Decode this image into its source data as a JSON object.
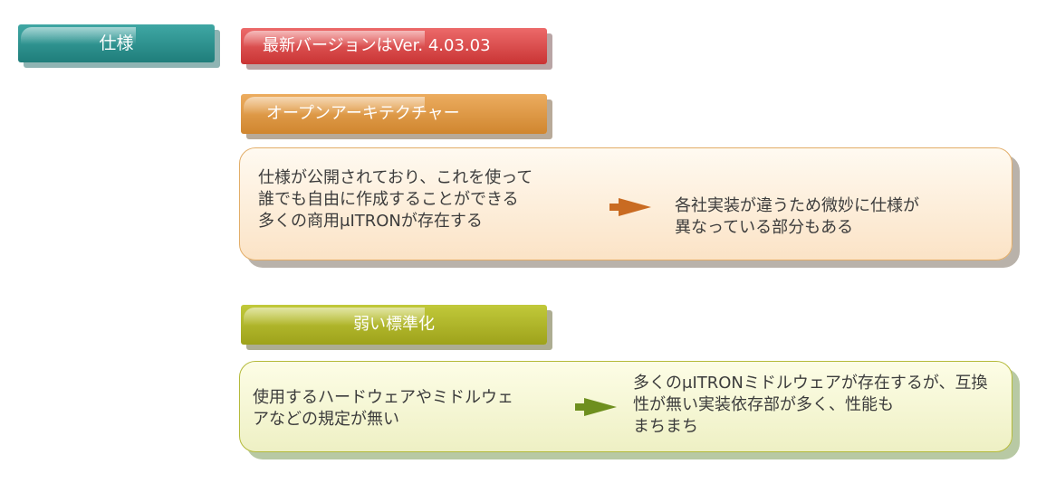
{
  "tabs": {
    "spec": "仕様",
    "version": "最新バージョンはVer. 4.03.03",
    "open_architecture": "オープンアーキテクチャー",
    "weak_standard": "弱い標準化"
  },
  "open_box": {
    "left": [
      "仕様が公開されており、これを使って",
      "誰でも自由に作成することができる",
      "多くの商用μITRONが存在する"
    ],
    "right": [
      "各社実装が違うため微妙に仕様が",
      "異なっている部分もある"
    ]
  },
  "weak_box": {
    "left": [
      "使用するハードウェアやミドルウェ",
      "アなどの規定が無い"
    ],
    "right": [
      "多くのμITRONミドルウェアが存在するが、互換",
      "性が無い実装依存部が多く、性能も",
      "まちまち"
    ]
  },
  "colors": {
    "teal": "#2a8f8c",
    "red": "#d94a4a",
    "orange": "#df9a46",
    "olive": "#abb227",
    "arrow_orange": "#c96b22",
    "arrow_green": "#6e8f1e"
  }
}
